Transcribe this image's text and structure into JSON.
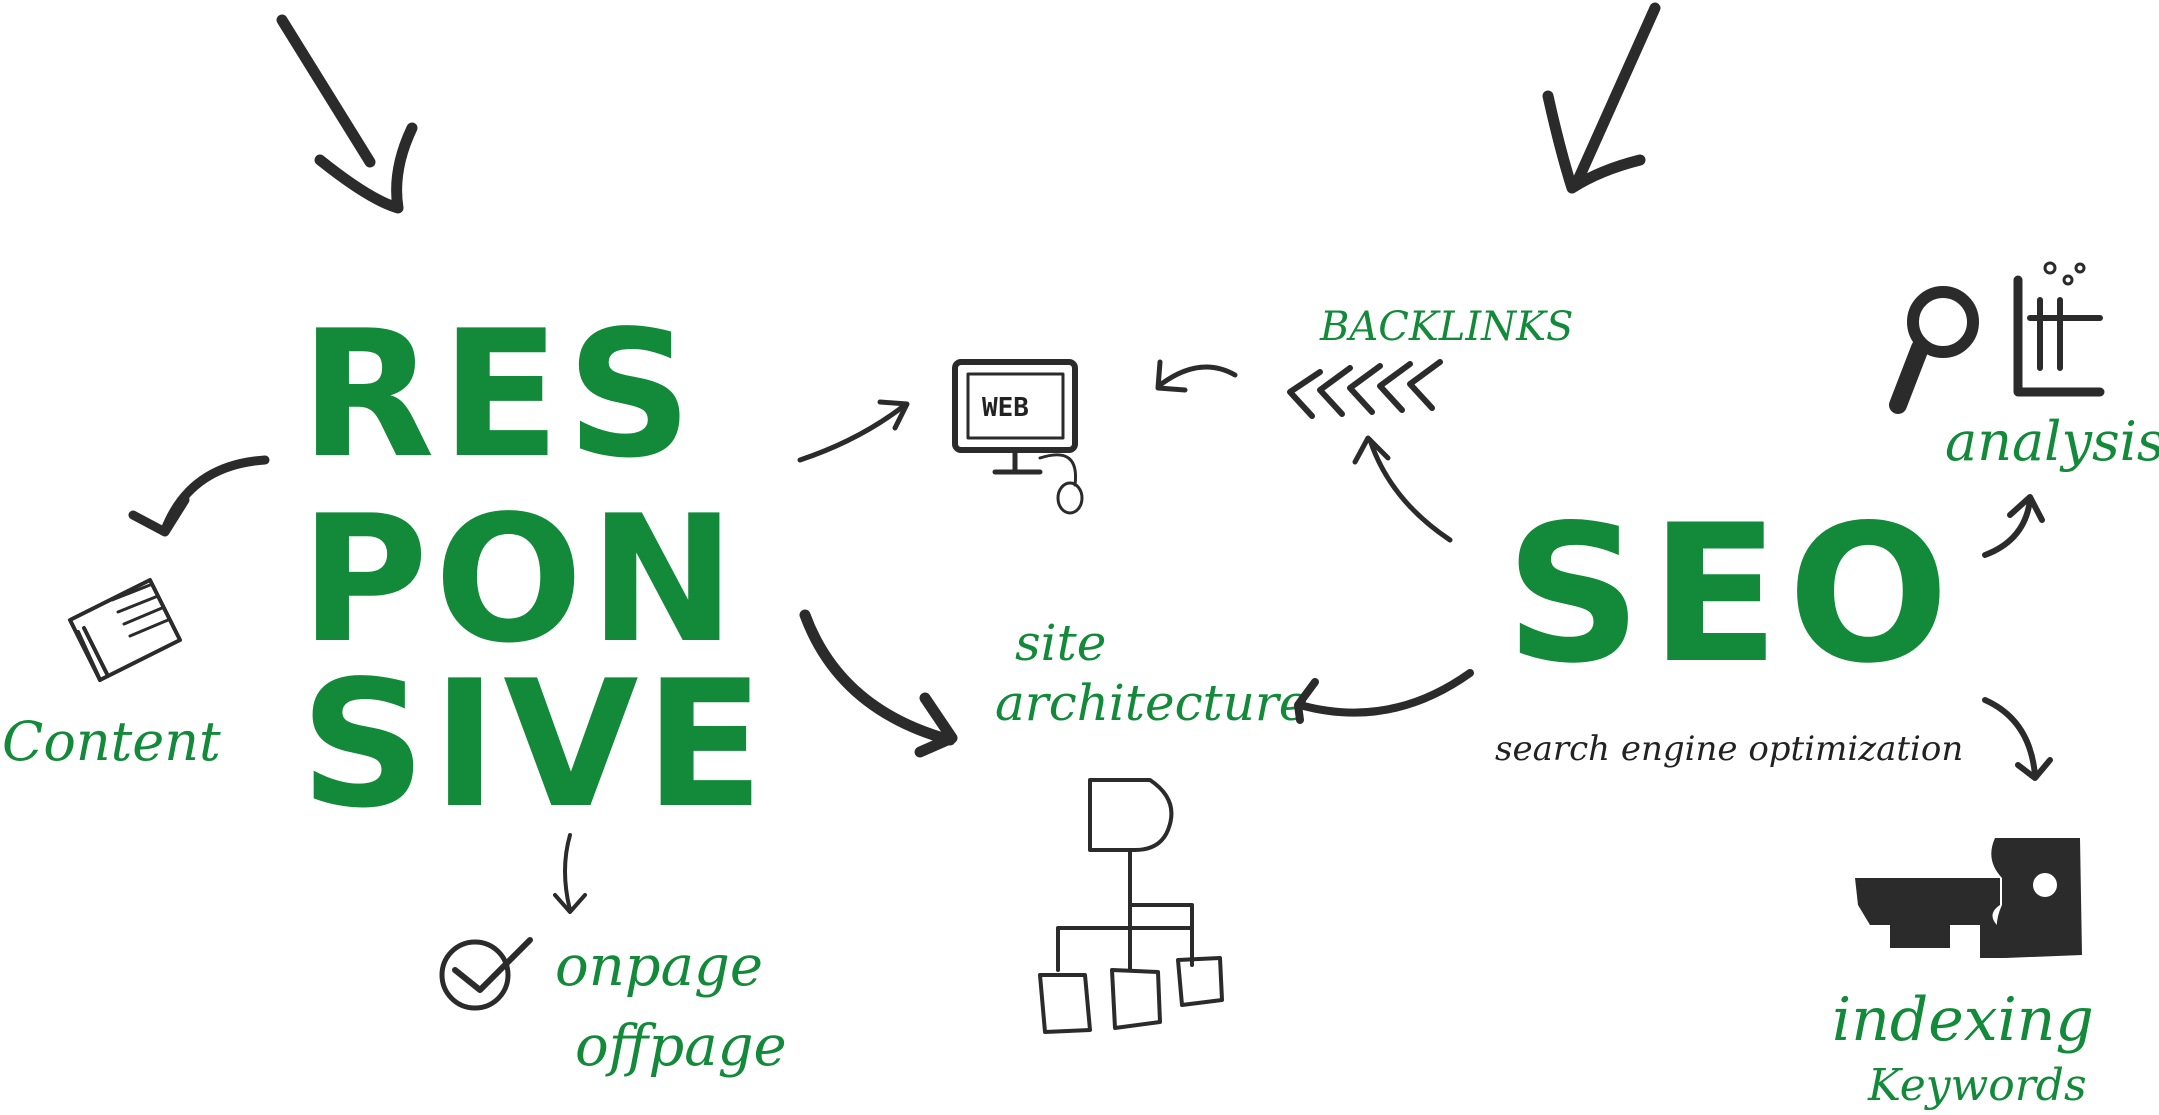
{
  "colors": {
    "accent": "#128a3a",
    "ink": "#2b2b2b",
    "background": "#ffffff"
  },
  "responsive": {
    "line1": "RES",
    "line2": "PON",
    "line3": "SIVE"
  },
  "seo": {
    "title": "SEO",
    "subtitle": "search engine optimization"
  },
  "labels": {
    "content": "Content",
    "onpage": "onpage",
    "offpage": "offpage",
    "web": "WEB",
    "backlinks": "BACKLINKS",
    "site": "site",
    "architecture": "architecture",
    "analysis": "analysis",
    "indexing": "indexing",
    "keywords": "Keywords"
  },
  "icons": [
    "document-icon",
    "checkmark-icon",
    "computer-monitor-icon",
    "mouse-icon",
    "chevrons-icon",
    "sitemap-icon",
    "magnifier-icon",
    "test-tubes-icon",
    "puzzle-icon"
  ]
}
